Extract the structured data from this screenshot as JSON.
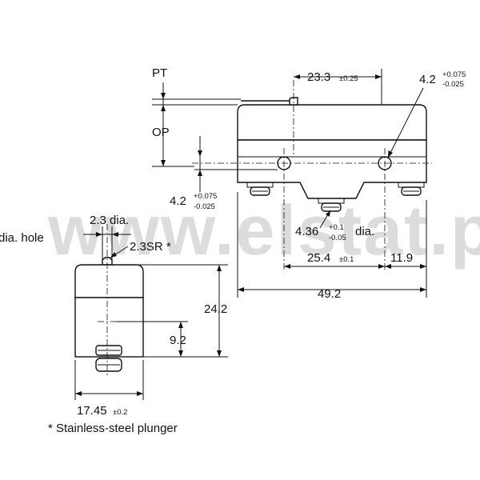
{
  "watermark": "www.elstat.pl",
  "labels": {
    "pt": "PT",
    "op": "OP",
    "dim_23_3": "23.3",
    "tol_23_3": "±0.25",
    "dim_4_2_top": "4.2",
    "tol_4_2_top_upper": "+0.075",
    "tol_4_2_top_lower": "-0.025",
    "dim_4_2_left": "4.2",
    "tol_4_2_left_upper": "+0.075",
    "tol_4_2_left_lower": "-0.025",
    "dim_4_36": "4.36",
    "tol_4_36_upper": "+0.1",
    "tol_4_36_lower": "-0.05",
    "dia": "dia.",
    "dim_25_4": "25.4",
    "tol_25_4": "±0.1",
    "dim_11_9": "11.9",
    "dim_49_2": "49.2",
    "dim_2_3_dia": "2.3 dia.",
    "dia_hole": "dia. hole",
    "dim_2_3_sr": "2.3SR *",
    "dim_24_2": "24.2",
    "dim_9_2": "9.2",
    "dim_17_45": "17.45",
    "tol_17_45": "±0.2",
    "footnote": "* Stainless-steel plunger"
  }
}
